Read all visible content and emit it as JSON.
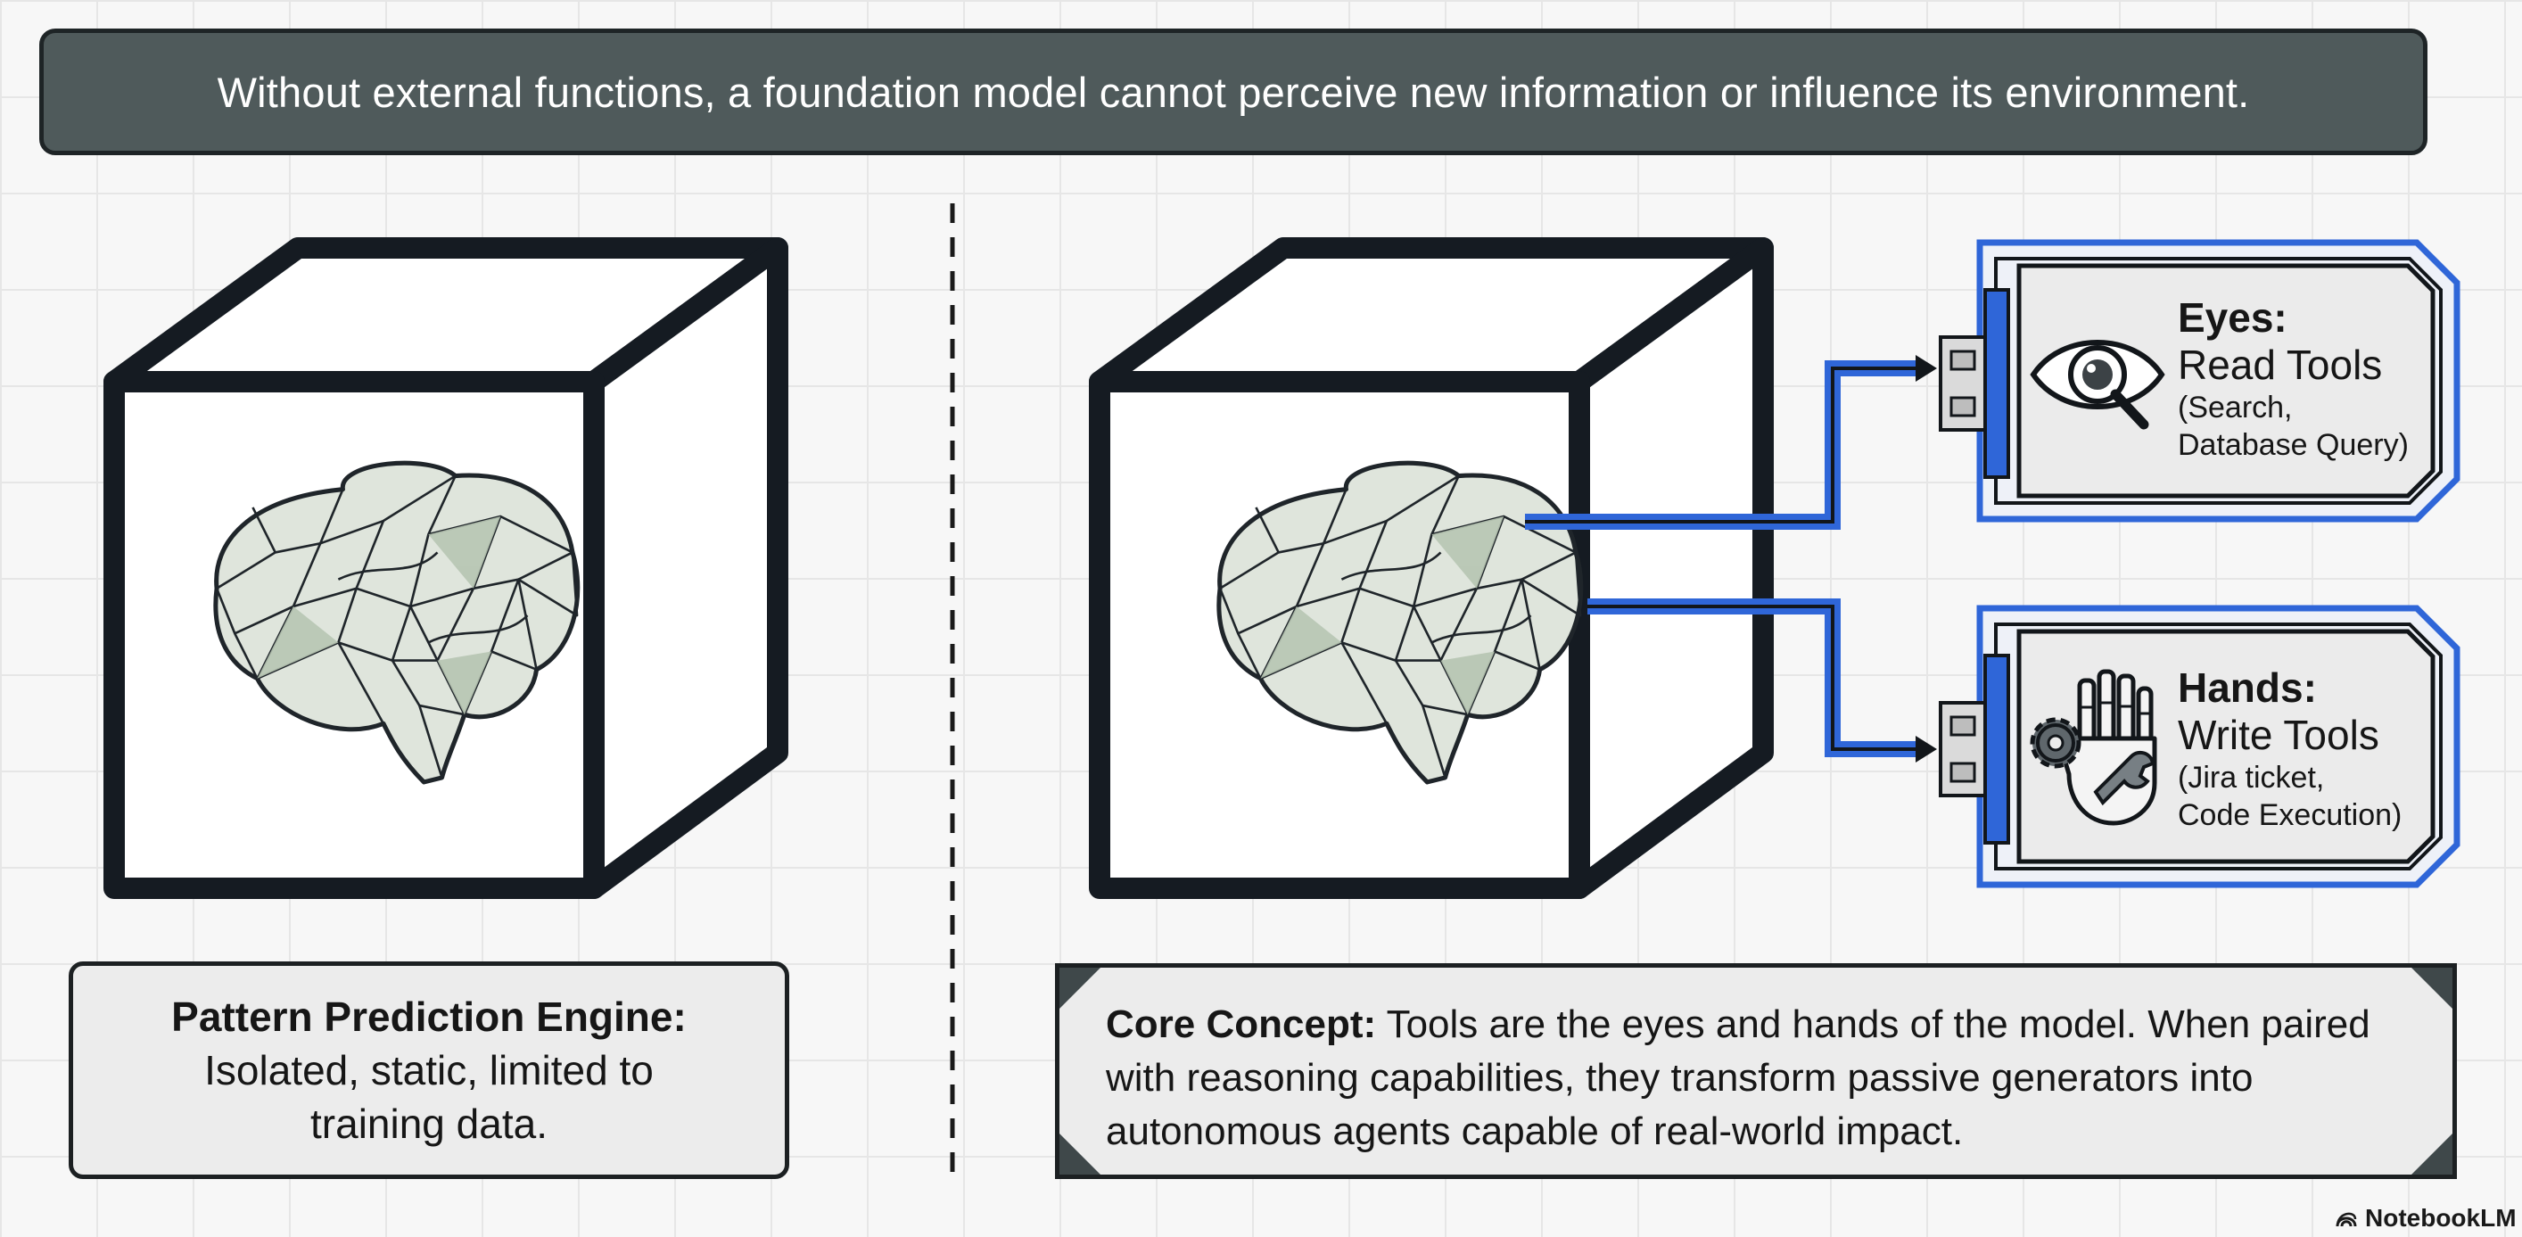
{
  "banner": {
    "text": "Without external functions, a foundation model cannot perceive new information or influence its environment."
  },
  "left_panel": {
    "title": "Pattern Prediction Engine:",
    "description": "Isolated, static, limited to training data."
  },
  "tools": [
    {
      "name": "Eyes:",
      "kind": "Read Tools",
      "examples_line1": "(Search,",
      "examples_line2": "Database Query)",
      "icon": "eye-magnifier-icon"
    },
    {
      "name": "Hands:",
      "kind": "Write Tools",
      "examples_line1": "(Jira ticket,",
      "examples_line2": "Code Execution)",
      "icon": "robot-hand-gear-icon"
    }
  ],
  "core_concept": {
    "label": "Core Concept:",
    "text": "Tools are the eyes and hands of the model. When paired with reasoning capabilities, they transform passive generators into autonomous agents capable of real-world impact."
  },
  "watermark": {
    "text": "NotebookLM",
    "icon": "notebooklm-logo-icon"
  },
  "colors": {
    "banner": "#4f5a5b",
    "connector": "#2f66d8",
    "cube_stroke": "#151b22",
    "brain_fill": "#dfe5dc"
  }
}
